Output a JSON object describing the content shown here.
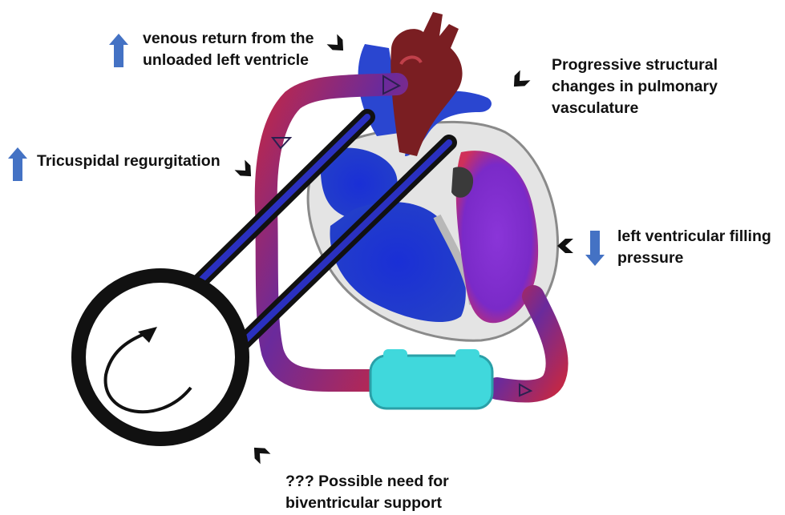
{
  "annotations": {
    "venous_return": {
      "indicator": "up-arrow",
      "lines": [
        "venous return from the",
        "unloaded left ventricle"
      ]
    },
    "pulmonary_vasculature": {
      "indicator": "none",
      "lines": [
        "Progressive structural",
        "changes in pulmonary",
        "vasculature"
      ]
    },
    "tricuspid": {
      "indicator": "up-arrow",
      "lines": [
        "Tricuspidal regurgitation"
      ]
    },
    "lv_filling": {
      "indicator": "down-arrow",
      "lines": [
        "left ventricular filling",
        "pressure"
      ]
    },
    "biventricular": {
      "indicator": "none",
      "lines": [
        "??? Possible need for",
        "biventricular support"
      ]
    }
  },
  "colors": {
    "indicator_arrow": "#4472c4",
    "pointer_arrow": "#111111",
    "deoxygenated": "#2233cc",
    "oxygenated": "#b0203a",
    "pump_chamber": "#40d8dc",
    "pump_ring": "#111111"
  },
  "icons": {
    "up_indicator": "blue-up-arrow-icon",
    "down_indicator": "blue-down-arrow-icon",
    "pointer": "black-chevron-arrow-icon",
    "pump_rotation": "curved-rotation-arrow-icon"
  }
}
